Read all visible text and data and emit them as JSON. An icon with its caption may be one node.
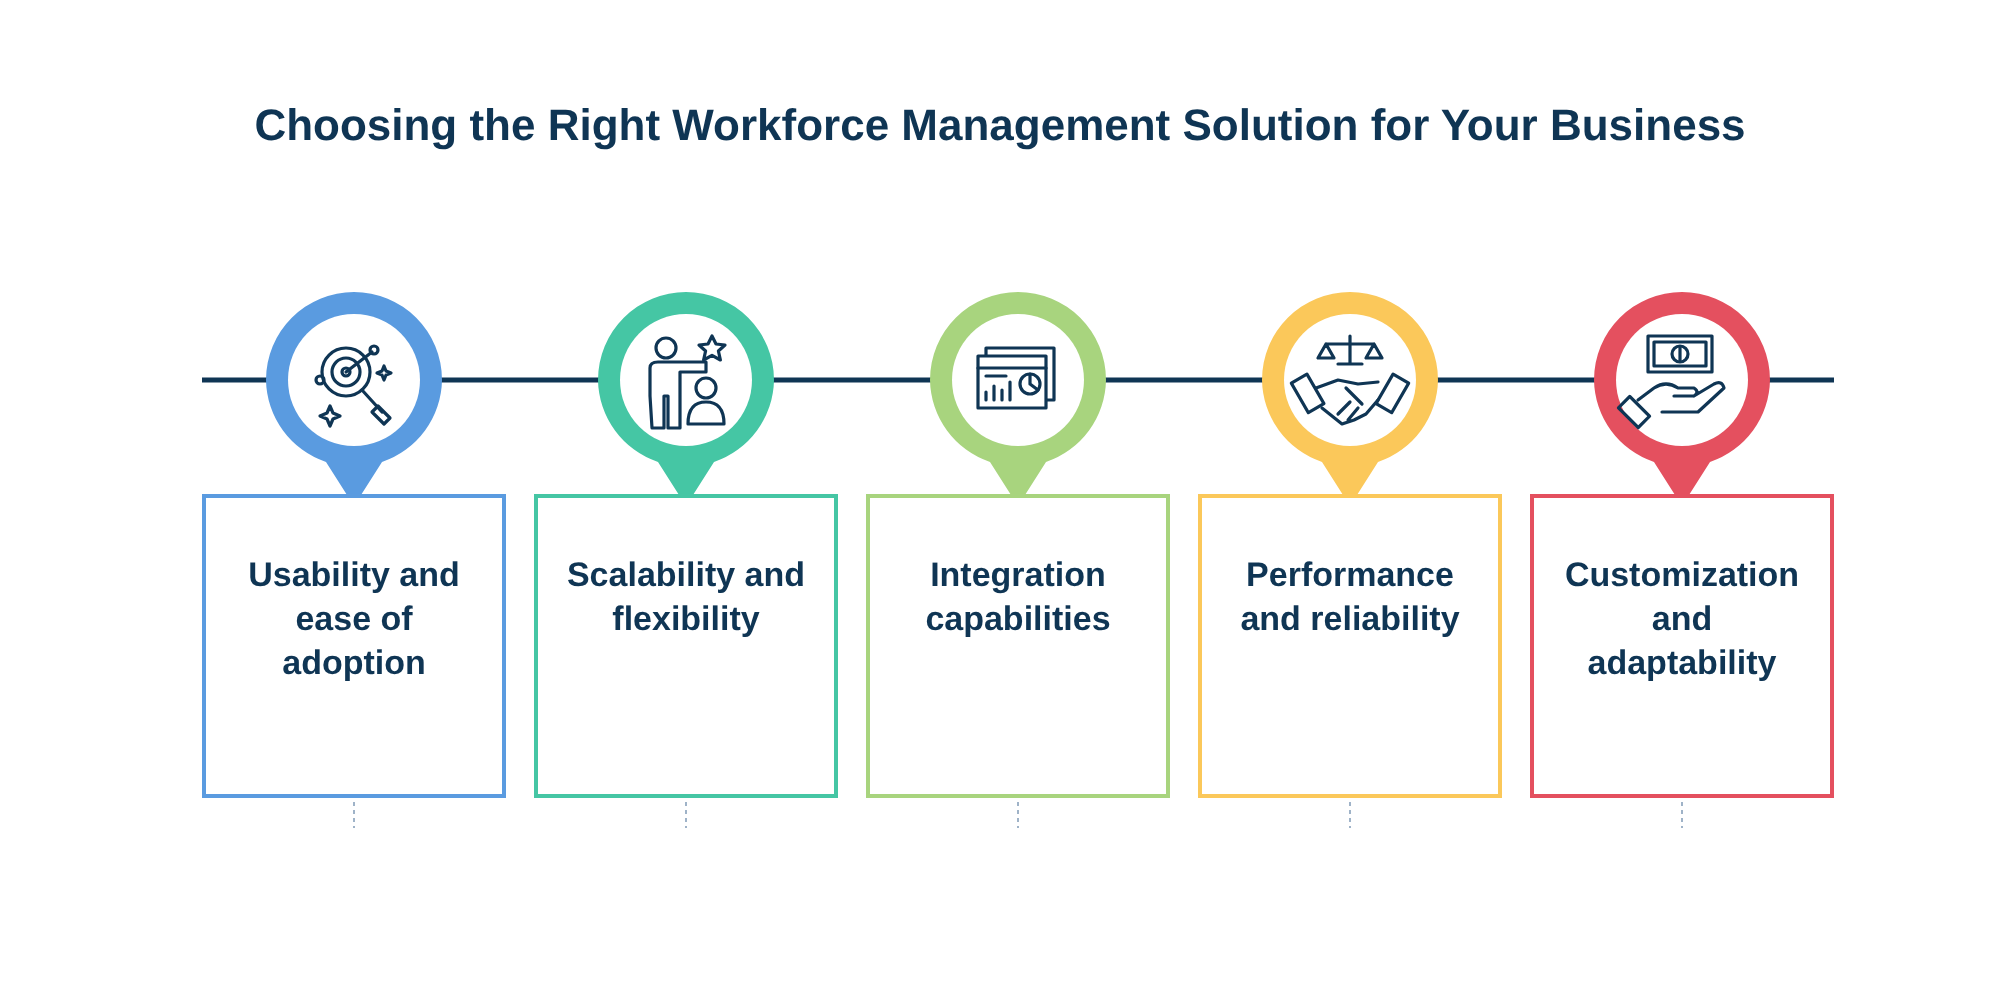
{
  "diagram": {
    "title": "Choosing the Right Workforce Management Solution for Your Business",
    "nodes": [
      {
        "text": [
          "Usability and ease of adoption"
        ]
      },
      {
        "text": [
          "Scalability and flexibility"
        ]
      },
      {
        "text": [
          "Integration capabilities"
        ]
      },
      {
        "text": [
          "Performance and reliability"
        ]
      },
      {
        "text": [
          "Customization and adaptability"
        ]
      }
    ],
    "edges": []
  }
}
